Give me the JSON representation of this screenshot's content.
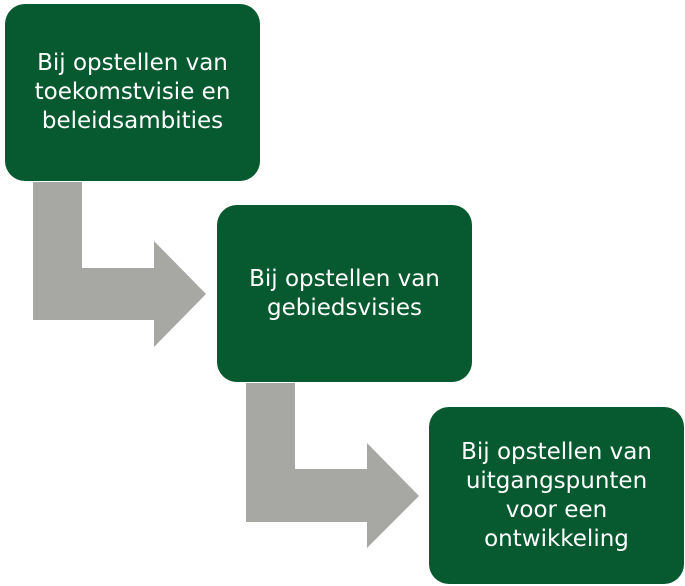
{
  "diagram": {
    "steps": [
      {
        "label": "Bij opstellen van\ntoekomstvisie en\nbeleidsambities"
      },
      {
        "label": "Bij opstellen van\ngebiedsvisies"
      },
      {
        "label": "Bij opstellen van\nuitgangspunten\nvoor een\nontwikkeling"
      }
    ],
    "colors": {
      "box_fill": "#075a2f",
      "box_text": "#ffffff",
      "arrow_fill": "#a7a8a3"
    }
  }
}
